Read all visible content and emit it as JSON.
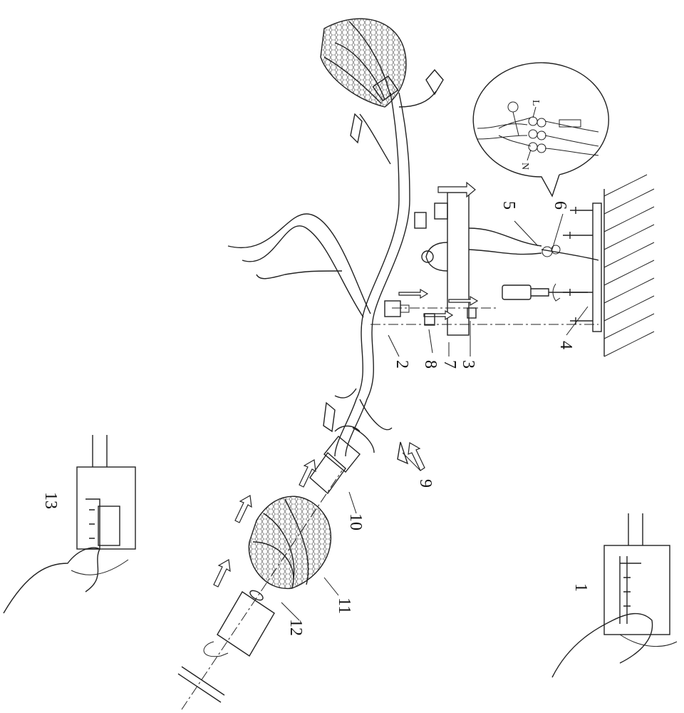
{
  "figure": {
    "labels": {
      "part_1": "1",
      "part_2": "2",
      "part_3": "3",
      "part_4": "4",
      "part_5": "5",
      "part_6": "6",
      "part_7": "7",
      "part_8": "8",
      "part_9": "9",
      "part_10": "10",
      "part_11": "11",
      "part_12": "12",
      "part_13": "13"
    },
    "inset": {
      "live": "L",
      "neutral": "N"
    },
    "colors": {
      "line": "#222222",
      "background": "#ffffff"
    }
  }
}
